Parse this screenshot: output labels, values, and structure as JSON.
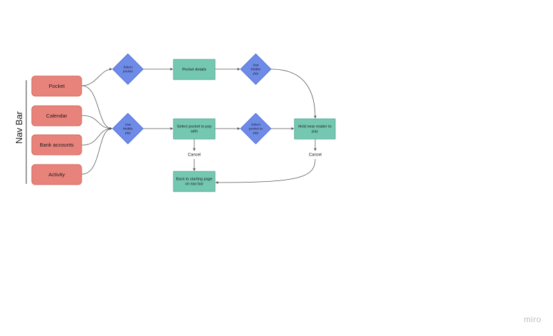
{
  "diagram": {
    "nav_bar_label": "Nav Bar",
    "nav_items": [
      {
        "label": "Pocket"
      },
      {
        "label": "Calendar"
      },
      {
        "label": "Bank accounts"
      },
      {
        "label": "Activity"
      }
    ],
    "decisions": {
      "select_pocket": [
        "Select",
        "pocket"
      ],
      "use_mobile_pay_top": [
        "Use",
        "Mobile",
        "pay"
      ],
      "use_mobile_pay_mid": [
        "Use",
        "Mobile",
        "pay"
      ],
      "select_pocket_pay": [
        "Select",
        "pocket to",
        "pay"
      ]
    },
    "processes": {
      "pocket_details": [
        "Pocket details"
      ],
      "select_pocket_to_pay": [
        "Select pocket to pay",
        "with"
      ],
      "hold_near_reader": [
        "Hold near reader to",
        "pay"
      ],
      "back_to_start": [
        "Back to starting page",
        "on nav bar"
      ]
    },
    "labels": {
      "cancel_left": "Cancel",
      "cancel_right": "Cancel"
    }
  },
  "watermark": "miro",
  "colors": {
    "nav_fill": "#e8837b",
    "nav_stroke": "#d36b62",
    "decision_fill": "#6e8be8",
    "decision_stroke": "#5671d4",
    "process_fill": "#74c7b0",
    "process_stroke": "#5aae97",
    "edge": "#555555",
    "watermark": "#bdbdbd"
  }
}
